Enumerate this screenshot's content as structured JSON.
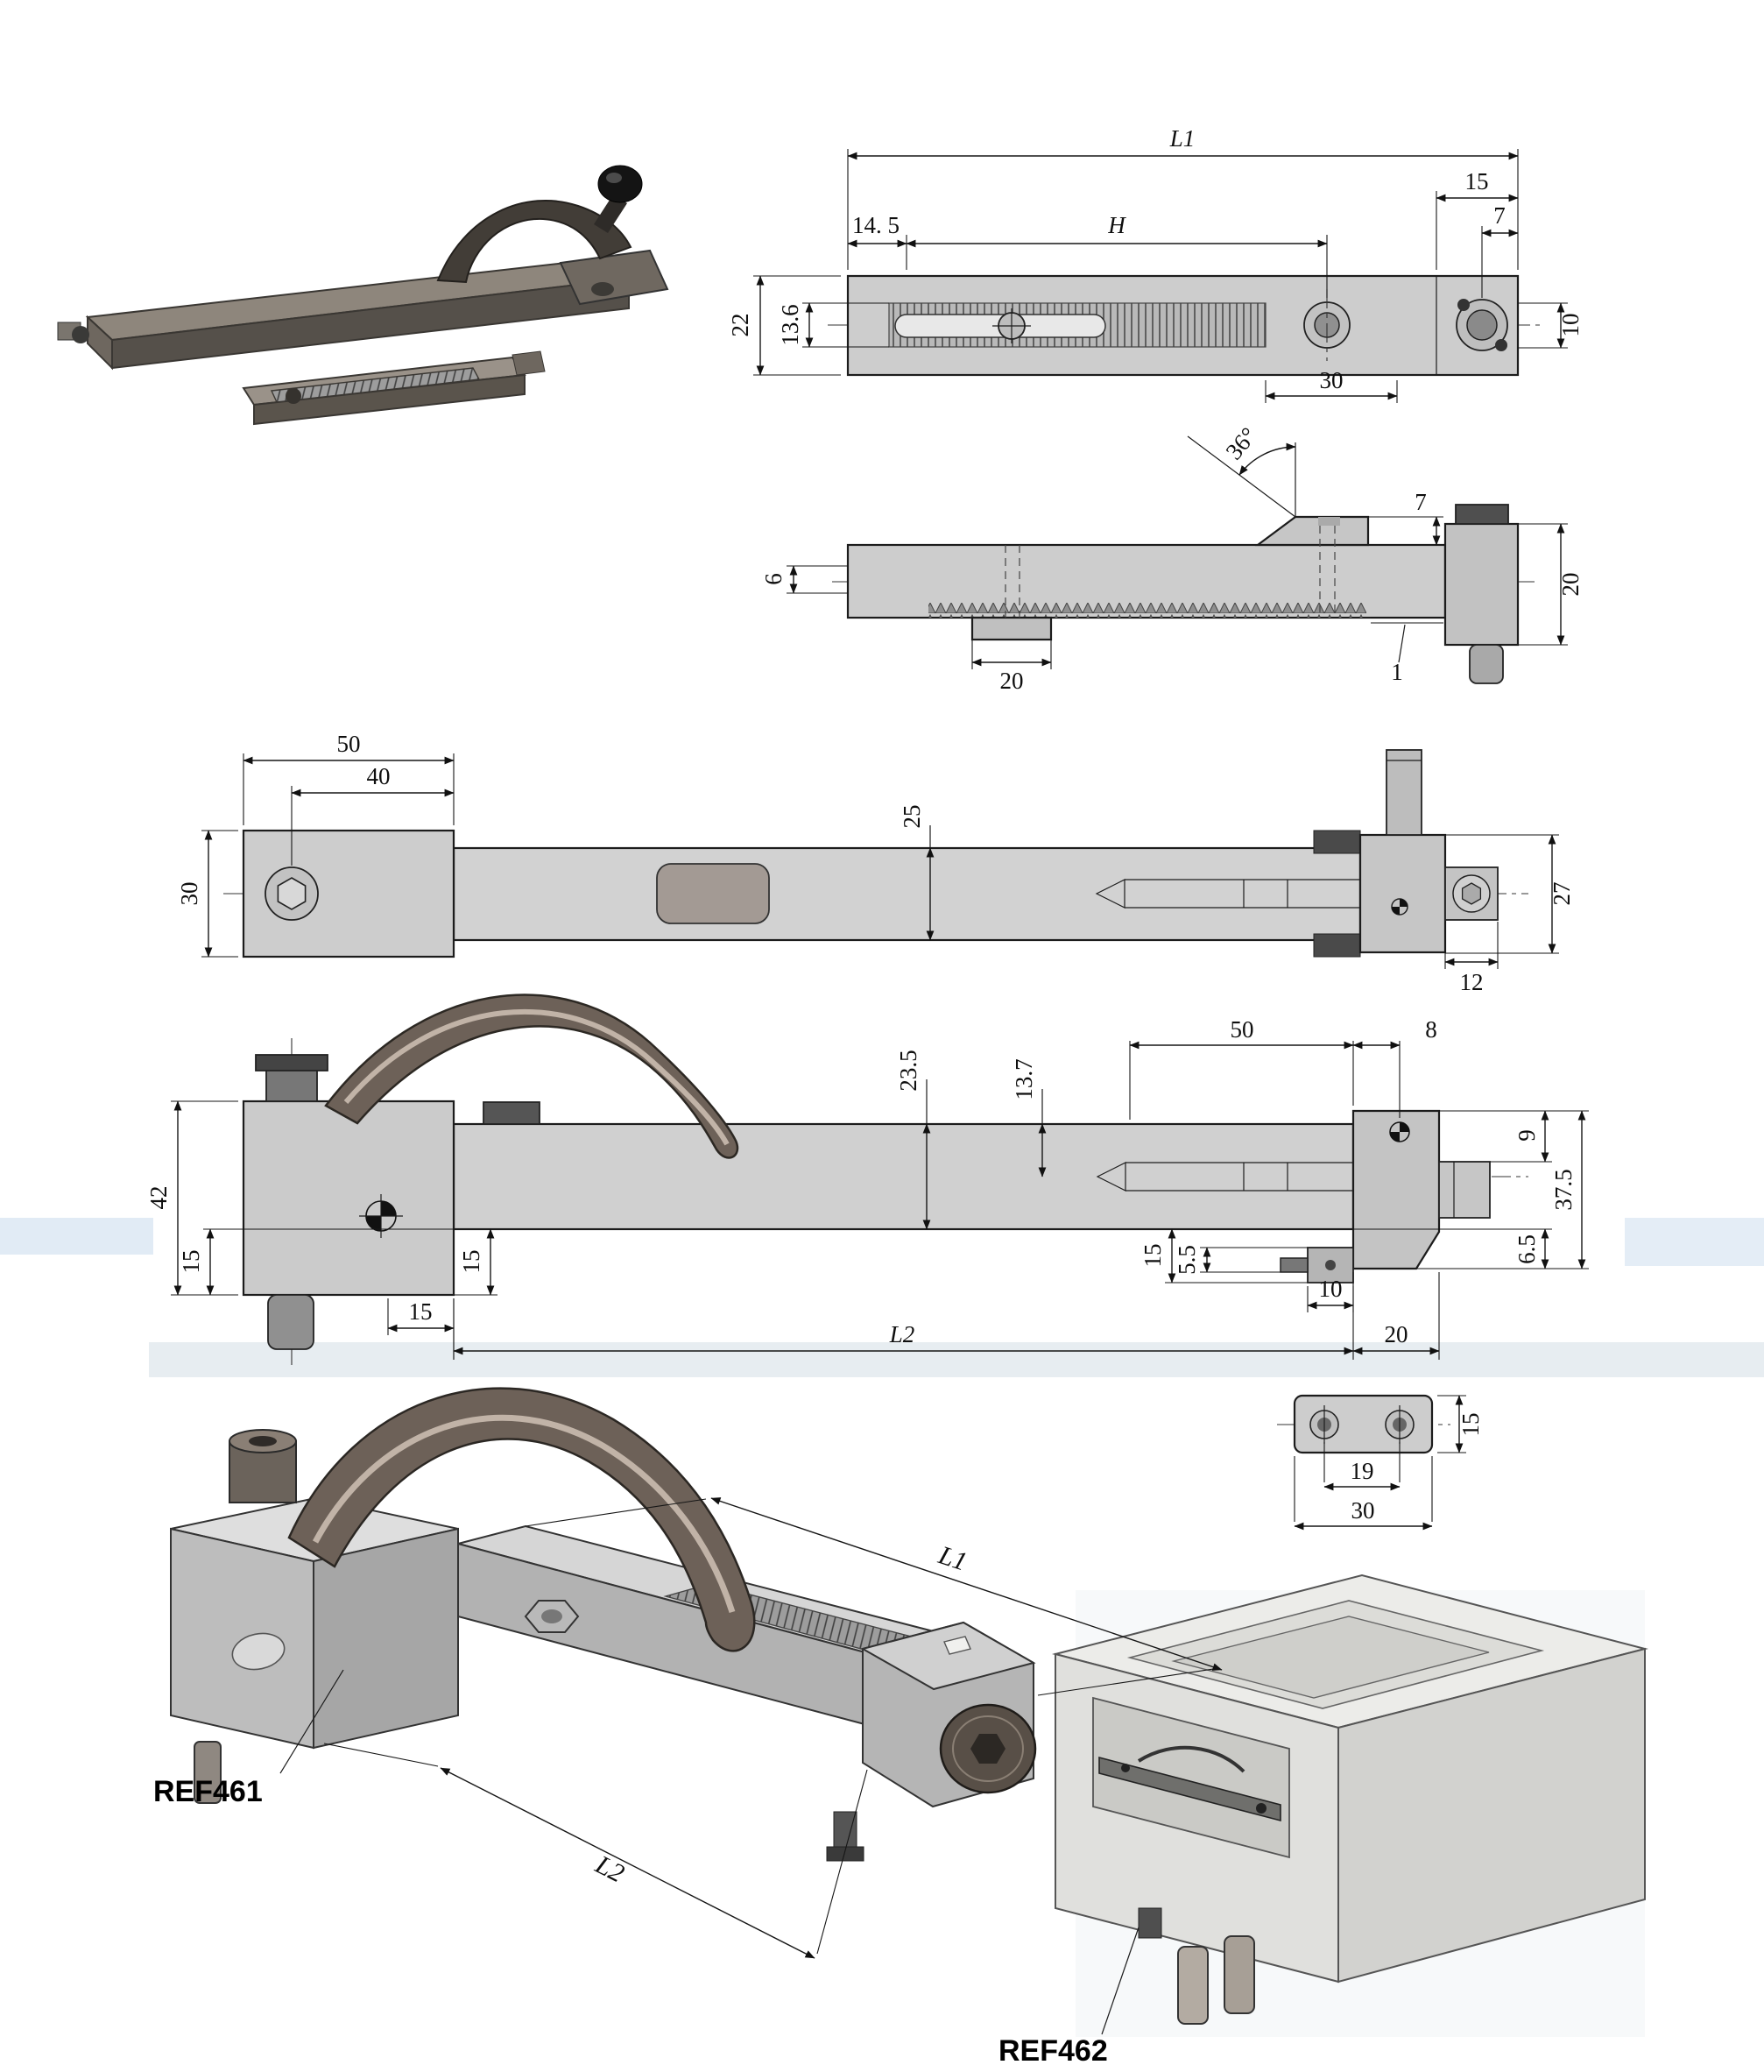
{
  "palette": {
    "paper": "#ffffff",
    "body_gray": "#cdcdcd",
    "dark_fitting": "#4a4a4a",
    "spring_brown": "#6d6158",
    "line": "#1a1a1a",
    "ghost_blue": "#bcd2e8"
  },
  "views": {
    "top": {
      "l1": "L1",
      "d14_5": "14. 5",
      "h": "H",
      "d15": "15",
      "d7": "7",
      "d22": "22",
      "d13_6": "13.6",
      "d10": "10",
      "d30": "30"
    },
    "side": {
      "a36": "36°",
      "d7": "7",
      "d6": "6",
      "d20_right": "20",
      "d20_bottom": "20",
      "d1": "1"
    },
    "plan": {
      "d50": "50",
      "d40": "40",
      "d30": "30",
      "d25": "25",
      "d27": "27",
      "d12": "12"
    },
    "front": {
      "d23_5": "23.5",
      "d13_7": "13.7",
      "d50": "50",
      "d8": "8",
      "d42": "42",
      "d15_left": "15",
      "d15_step": "15",
      "d15_bottom": "15",
      "d15_small": "15",
      "d5_5": "5.5",
      "d9": "9",
      "d37_5": "37.5",
      "d10": "10",
      "d6_5": "6.5",
      "l2": "L2",
      "d20": "20"
    },
    "detail": {
      "d15": "15",
      "d19": "19",
      "d30": "30"
    },
    "iso": {
      "ref461": "REF461",
      "l1": "L1",
      "l2": "L2",
      "ref462": "REF462"
    }
  }
}
